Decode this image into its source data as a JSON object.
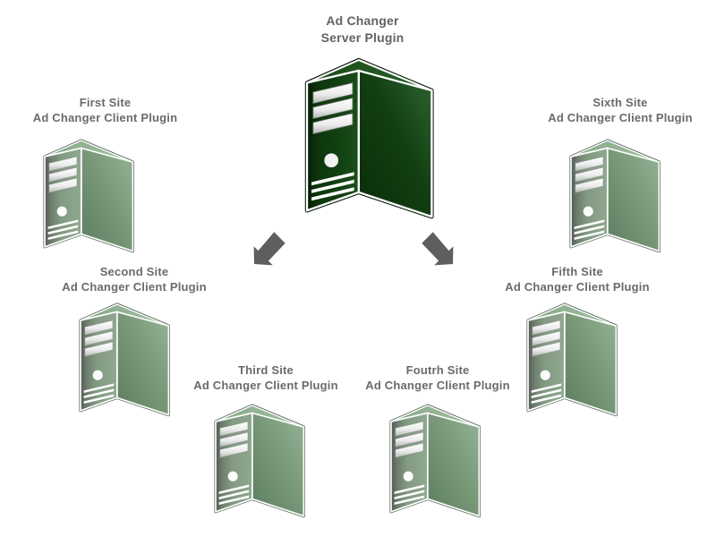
{
  "title": {
    "line1": "Ad Changer",
    "line2": "Server Plugin"
  },
  "central_server": {
    "icon": "server-tower-icon",
    "color_scheme": "dark-green"
  },
  "sites": [
    {
      "name": "First Site",
      "subtitle": "Ad Changer Client Plugin"
    },
    {
      "name": "Second Site",
      "subtitle": "Ad Changer Client Plugin"
    },
    {
      "name": "Third Site",
      "subtitle": "Ad Changer Client Plugin"
    },
    {
      "name": "Foutrh Site",
      "subtitle": "Ad Changer Client Plugin"
    },
    {
      "name": "Fifth Site",
      "subtitle": "Ad Changer Client Plugin"
    },
    {
      "name": "Sixth Site",
      "subtitle": "Ad Changer Client Plugin"
    }
  ],
  "arrows": [
    {
      "direction": "down-left"
    },
    {
      "direction": "down-right"
    }
  ],
  "colors": {
    "background": "#ffffff",
    "text": "#6a6a6a",
    "arrow": "#5e5e5e",
    "server_front_dark": "#0d360d",
    "server_side_dark": "#123f12",
    "client_front": "#829b82",
    "client_side": "#769676",
    "bay": "#e8e8e8",
    "detail": "#ffffff"
  }
}
